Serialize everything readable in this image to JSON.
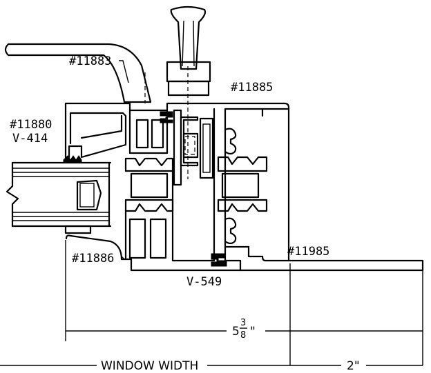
{
  "labels": {
    "part_11883": "#11883",
    "part_11885": "#11885",
    "part_11880": "#11880",
    "part_v414": "V-414",
    "part_11886": "#11886",
    "part_11985": "#11985",
    "part_v549": "V-549"
  },
  "dimensions": {
    "overall_whole": "5",
    "overall_num": "3",
    "overall_den": "8",
    "overall_unit": "\"",
    "window_width": "WINDOW WIDTH",
    "extension": "2\""
  }
}
